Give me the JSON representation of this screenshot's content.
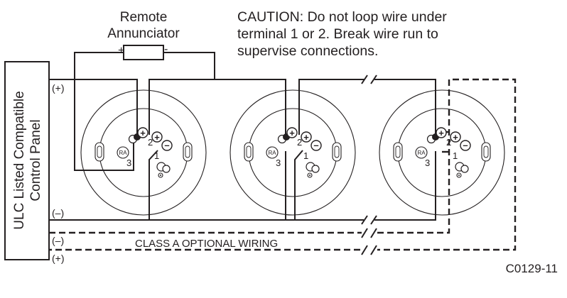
{
  "annunciator": {
    "title_line1": "Remote",
    "title_line2": "Annunciator",
    "plus": "+",
    "minus": "-"
  },
  "caution": {
    "line1": "CAUTION: Do not loop wire under",
    "line2": "terminal 1 or 2.  Break wire run to",
    "line3": "supervise connections."
  },
  "panel": {
    "label_line1": "ULC Listed Compatible",
    "label_line2": "Control Panel",
    "term_top_plus": "(+)",
    "term_minus_1": "(–)",
    "term_minus_2": "(–)",
    "term_bottom_plus": "(+)"
  },
  "detector": {
    "ra": "RA",
    "t1": "1",
    "t2": "2",
    "t3": "3",
    "plus_sym": "+",
    "minus_sym": "–"
  },
  "class_a_label": "CLASS A OPTIONAL WIRING",
  "figure_code": "C0129-11"
}
